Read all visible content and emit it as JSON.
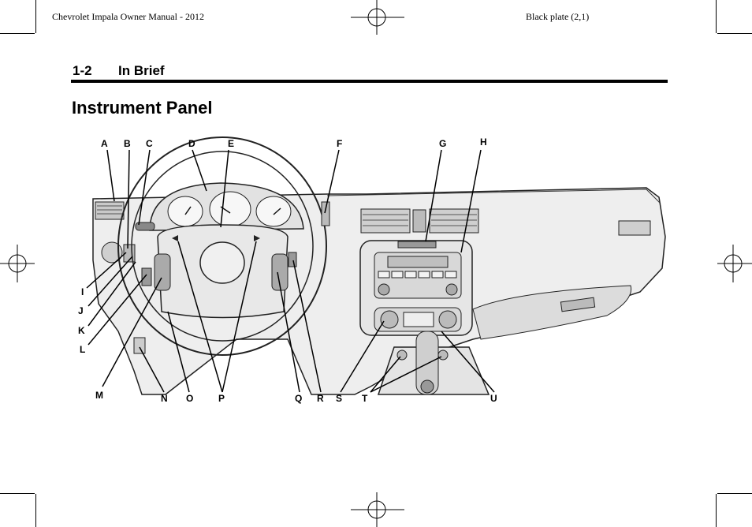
{
  "header": {
    "doc_title": "Chevrolet Impala Owner Manual - 2012",
    "plate": "Black plate (2,1)"
  },
  "section": {
    "number": "1-2",
    "title": "In Brief"
  },
  "page_title": "Instrument Panel",
  "callouts": {
    "A": "A",
    "B": "B",
    "C": "C",
    "D": "D",
    "E": "E",
    "F": "F",
    "G": "G",
    "H": "H",
    "I": "I",
    "J": "J",
    "K": "K",
    "L": "L",
    "M": "M",
    "N": "N",
    "O": "O",
    "P": "P",
    "Q": "Q",
    "R": "R",
    "S": "S",
    "T": "T",
    "U": "U"
  }
}
